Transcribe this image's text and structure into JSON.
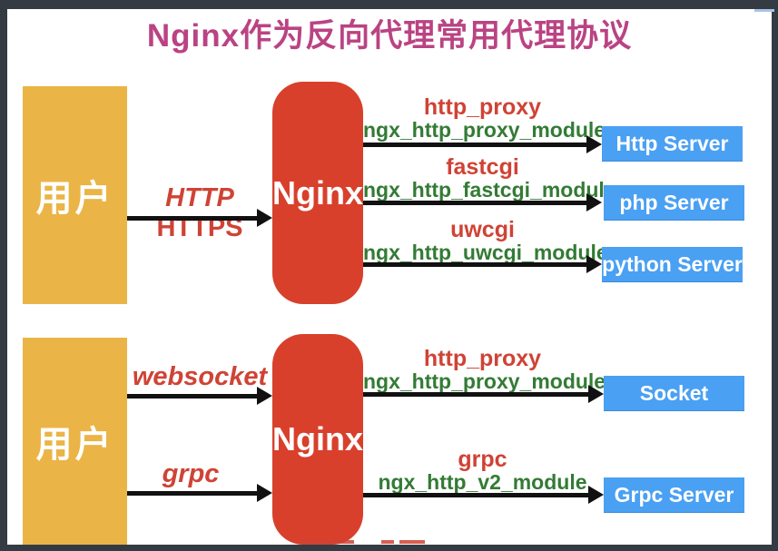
{
  "title": "Nginx作为反向代理常用代理协议",
  "colors": {
    "frame": "#353b43",
    "canvas": "#ffffff",
    "title_magenta": "#ba4383",
    "user_yellow": "#eab546",
    "nginx_red": "#d8402c",
    "server_blue": "#4aa0f2",
    "protocol_red": "#cf4335",
    "module_green": "#337b35",
    "arrow_black": "#111111"
  },
  "top_flow": {
    "user_label": "用户",
    "nginx_label": "Nginx",
    "client_protocols": [
      "HTTP",
      "HTTPS"
    ],
    "routes": [
      {
        "protocol": "http_proxy",
        "module": "ngx_http_proxy_module",
        "server": "Http Server"
      },
      {
        "protocol": "fastcgi",
        "module": "ngx_http_fastcgi_module",
        "server": "php Server"
      },
      {
        "protocol": "uwcgi",
        "module": "ngx_http_uwcgi_module",
        "server": "python Server"
      }
    ]
  },
  "bottom_flow": {
    "user_label": "用户",
    "nginx_label": "Nginx",
    "client_protocols": [
      "websocket",
      "grpc"
    ],
    "routes": [
      {
        "protocol": "http_proxy",
        "module": "ngx_http_proxy_module",
        "server": "Socket"
      },
      {
        "protocol": "grpc",
        "module": "ngx_http_v2_module",
        "server": "Grpc Server"
      }
    ]
  }
}
